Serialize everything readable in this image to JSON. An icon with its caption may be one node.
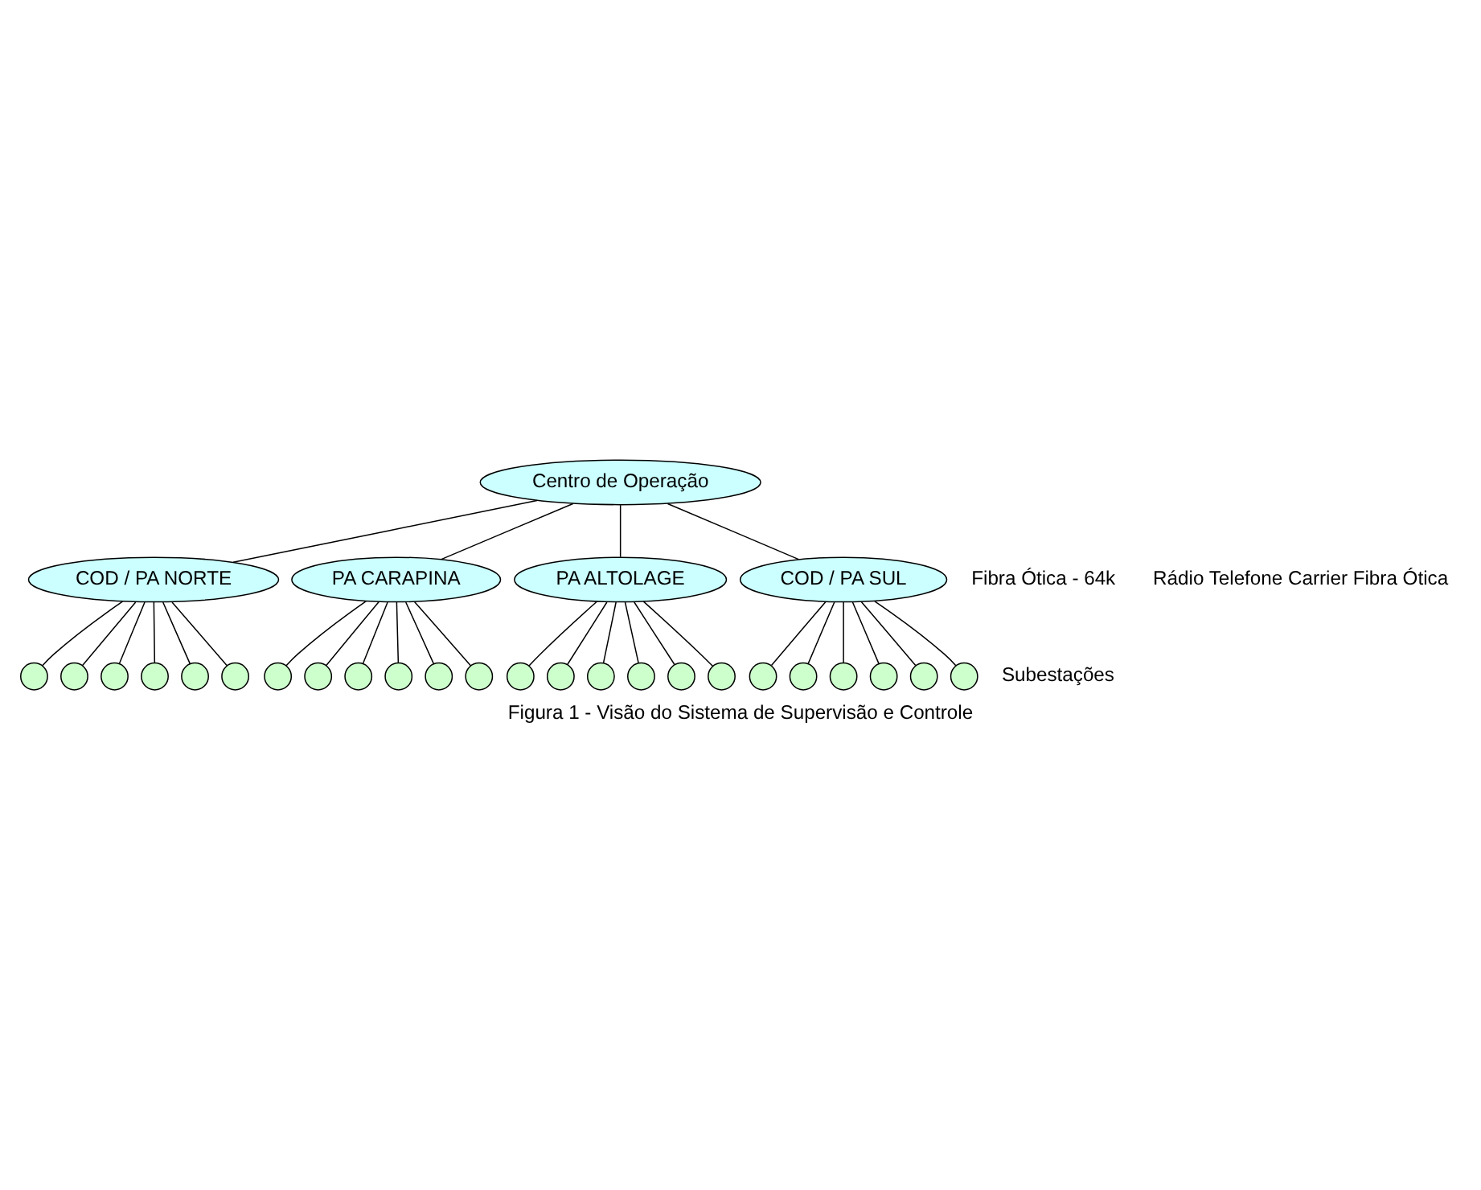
{
  "diagram": {
    "caption": "Figura 1 - Visão do Sistema de Supervisão e Controle",
    "nodes": [
      {
        "text": [
          "Centro de Operação"
        ]
      },
      {
        "text": [
          "COD / PA NORTE"
        ]
      },
      {
        "text": [
          "PA CARAPINA"
        ]
      },
      {
        "text": [
          "PA ALTOLAGE"
        ]
      },
      {
        "text": [
          "COD / PA SUL"
        ]
      },
      {
        "text": [],
        "shape": "circle"
      },
      {
        "text": [],
        "shape": "circle"
      },
      {
        "text": [],
        "shape": "circle"
      },
      {
        "text": [],
        "shape": "circle"
      },
      {
        "text": [],
        "shape": "circle"
      },
      {
        "text": [],
        "shape": "circle"
      },
      {
        "text": [],
        "shape": "circle"
      },
      {
        "text": [],
        "shape": "circle"
      },
      {
        "text": [],
        "shape": "circle"
      },
      {
        "text": [],
        "shape": "circle"
      },
      {
        "text": [],
        "shape": "circle"
      },
      {
        "text": [],
        "shape": "circle"
      },
      {
        "text": [],
        "shape": "circle"
      },
      {
        "text": [],
        "shape": "circle"
      },
      {
        "text": [],
        "shape": "circle"
      },
      {
        "text": [],
        "shape": "circle"
      },
      {
        "text": [],
        "shape": "circle"
      },
      {
        "text": [],
        "shape": "circle"
      },
      {
        "text": [],
        "shape": "circle"
      },
      {
        "text": [],
        "shape": "circle"
      },
      {
        "text": [],
        "shape": "circle"
      },
      {
        "text": [],
        "shape": "circle"
      },
      {
        "text": [],
        "shape": "circle"
      },
      {
        "text": [],
        "shape": "circle"
      }
    ],
    "edges": [
      {
        "from": 0,
        "to": 1,
        "arrow": "none"
      },
      {
        "from": 0,
        "to": 2,
        "arrow": "none"
      },
      {
        "from": 0,
        "to": 3,
        "arrow": "none"
      },
      {
        "from": 0,
        "to": 4,
        "arrow": "none"
      },
      {
        "from": 1,
        "to": 5,
        "arrow": "none"
      },
      {
        "from": 1,
        "to": 6,
        "arrow": "none"
      },
      {
        "from": 1,
        "to": 7,
        "arrow": "none"
      },
      {
        "from": 1,
        "to": 8,
        "arrow": "none"
      },
      {
        "from": 1,
        "to": 9,
        "arrow": "none"
      },
      {
        "from": 1,
        "to": 10,
        "arrow": "none"
      },
      {
        "from": 2,
        "to": 11,
        "arrow": "none"
      },
      {
        "from": 2,
        "to": 12,
        "arrow": "none"
      },
      {
        "from": 2,
        "to": 13,
        "arrow": "none"
      },
      {
        "from": 2,
        "to": 14,
        "arrow": "none"
      },
      {
        "from": 2,
        "to": 15,
        "arrow": "none"
      },
      {
        "from": 2,
        "to": 16,
        "arrow": "none"
      },
      {
        "from": 3,
        "to": 17,
        "arrow": "none"
      },
      {
        "from": 3,
        "to": 18,
        "arrow": "none"
      },
      {
        "from": 3,
        "to": 19,
        "arrow": "none"
      },
      {
        "from": 3,
        "to": 20,
        "arrow": "none"
      },
      {
        "from": 3,
        "to": 21,
        "arrow": "none"
      },
      {
        "from": 3,
        "to": 22,
        "arrow": "none"
      },
      {
        "from": 4,
        "to": 23,
        "arrow": "none"
      },
      {
        "from": 4,
        "to": 24,
        "arrow": "none"
      },
      {
        "from": 4,
        "to": 25,
        "arrow": "none"
      },
      {
        "from": 4,
        "to": 26,
        "arrow": "none"
      },
      {
        "from": 4,
        "to": 27,
        "arrow": "none"
      },
      {
        "from": 4,
        "to": 28,
        "arrow": "none"
      }
    ],
    "labels": [
      "Fibra Ótica - 64k",
      "Rádio Telefone Carrier Fibra Ótica",
      "Subestações"
    ]
  }
}
